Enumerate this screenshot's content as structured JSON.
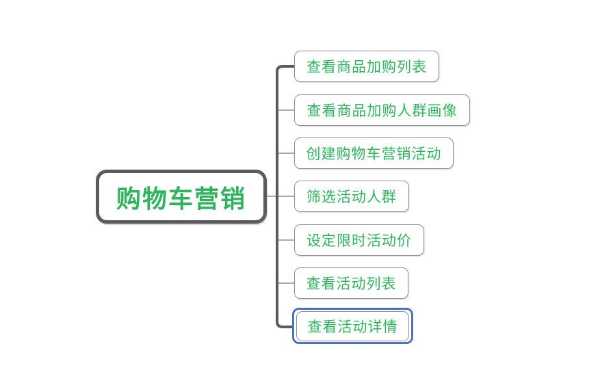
{
  "mindmap": {
    "root": {
      "label": "购物车营销"
    },
    "children": [
      {
        "label": "查看商品加购列表",
        "selected": false
      },
      {
        "label": "查看商品加购人群画像",
        "selected": false
      },
      {
        "label": "创建购物车营销活动",
        "selected": false
      },
      {
        "label": "筛选活动人群",
        "selected": false
      },
      {
        "label": "设定限时活动价",
        "selected": false
      },
      {
        "label": "查看活动列表",
        "selected": false
      },
      {
        "label": "查看活动详情",
        "selected": true
      }
    ]
  },
  "colors": {
    "bg": "#ffffff",
    "green": "#2eb45c",
    "line_dark": "#5b5b5b",
    "line_light": "#8f8f8f",
    "blue": "#4a72c4"
  }
}
